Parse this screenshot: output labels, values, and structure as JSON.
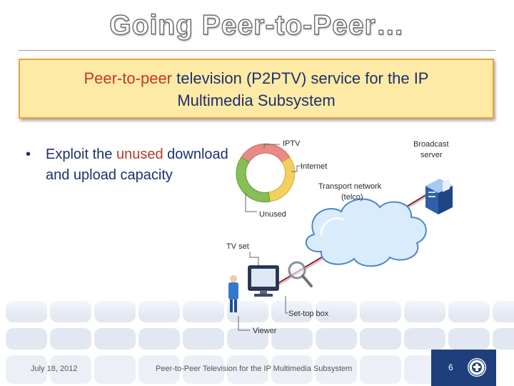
{
  "slide": {
    "title": "Going Peer-to-Peer…",
    "callout": {
      "highlight": "Peer-to-peer",
      "rest_line1": " television (P2PTV) service for the IP",
      "line2": "Multimedia Subsystem"
    },
    "bullet": {
      "marker": "•",
      "pre": "Exploit the ",
      "highlight": "unused",
      "post": " download and upload capacity"
    },
    "diagram": {
      "labels": {
        "iptv": "IPTV",
        "internet": "Internet",
        "unused": "Unused",
        "broadcast_line1": "Broadcast",
        "broadcast_line2": "server",
        "transport_line1": "Transport network",
        "transport_line2": "(telco)",
        "tvset": "TV set",
        "settop": "Set-top box",
        "viewer": "Viewer"
      },
      "ring_colors": {
        "iptv": "#e98a84",
        "internet": "#f2cf5e",
        "unused": "#86bf55"
      }
    },
    "footer": {
      "date": "July 18, 2012",
      "title": "Peer-to-Peer Television for the IP Multimedia Subsystem",
      "page": "6"
    },
    "colors": {
      "text": "#1e2f6e",
      "highlight": "#c0392b",
      "callout_bg": "#fdeaa5",
      "callout_border": "#eda23c",
      "footer_box": "#1e3f7c"
    }
  }
}
